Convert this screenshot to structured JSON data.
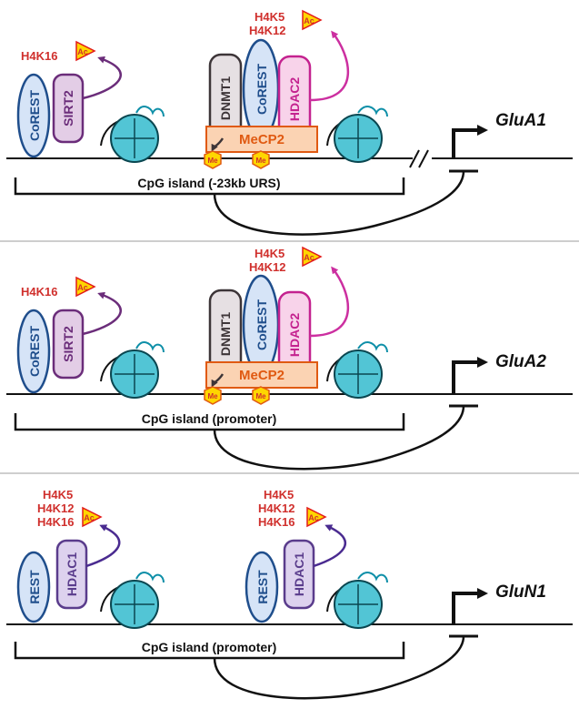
{
  "colors": {
    "corest_fill": "#d6e4f7",
    "corest_stroke": "#1f4e8c",
    "sirt2_fill": "#e3cde6",
    "sirt2_stroke": "#6b2d7a",
    "dnmt1_fill": "#e6e0e3",
    "dnmt1_stroke": "#3d3538",
    "hdac2_fill": "#f8d3ea",
    "hdac2_stroke": "#c4228f",
    "mecp2_fill": "#fbd3b3",
    "mecp2_stroke": "#e05a12",
    "rest_fill": "#d6e4f7",
    "rest_stroke": "#1f4e8c",
    "hdac1_fill": "#ddd2ee",
    "hdac1_stroke": "#5a3c8c",
    "nucleosome_fill": "#52c5d5",
    "nucleosome_stroke": "#0a4650",
    "histone_text": "#d0302d",
    "ac_fill": "#ffd600",
    "ac_stroke": "#e21b1b",
    "me_fill": "#ffd600",
    "arrow_purple": "#6b2d7a",
    "arrow_magenta": "#cc2fa0",
    "arrow_dark": "#3d3538",
    "arrow_violet": "#4a2b90",
    "dna": "#111111",
    "divider": "#bdbdbd"
  },
  "panels": [
    {
      "gene": "GluA1",
      "cpg_label": "CpG island  (-23kb URS)",
      "left_complex": {
        "corest": "CoREST",
        "sirt2": "SIRT2",
        "marks": [
          "H4K16"
        ],
        "ac": "Ac"
      },
      "center_complex": {
        "dnmt1": "DNMT1",
        "corest": "CoREST",
        "hdac2": "HDAC2",
        "mecp2": "MeCP2",
        "me1": "Me",
        "me2": "Me",
        "marks": [
          "H4K5",
          "H4K12"
        ],
        "ac": "Ac"
      }
    },
    {
      "gene": "GluA2",
      "cpg_label": "CpG island  (promoter)",
      "left_complex": {
        "corest": "CoREST",
        "sirt2": "SIRT2",
        "marks": [
          "H4K16"
        ],
        "ac": "Ac"
      },
      "center_complex": {
        "dnmt1": "DNMT1",
        "corest": "CoREST",
        "hdac2": "HDAC2",
        "mecp2": "MeCP2",
        "me1": "Me",
        "me2": "Me",
        "marks": [
          "H4K5",
          "H4K12"
        ],
        "ac": "Ac"
      }
    },
    {
      "gene": "GluN1",
      "cpg_label": "CpG island  (promoter)",
      "left_complex": {
        "rest": "REST",
        "hdac1": "HDAC1",
        "marks": [
          "H4K5",
          "H4K12",
          "H4K16"
        ],
        "ac": "Ac"
      },
      "right_complex": {
        "rest": "REST",
        "hdac1": "HDAC1",
        "marks": [
          "H4K5",
          "H4K12",
          "H4K16"
        ],
        "ac": "Ac"
      }
    }
  ]
}
